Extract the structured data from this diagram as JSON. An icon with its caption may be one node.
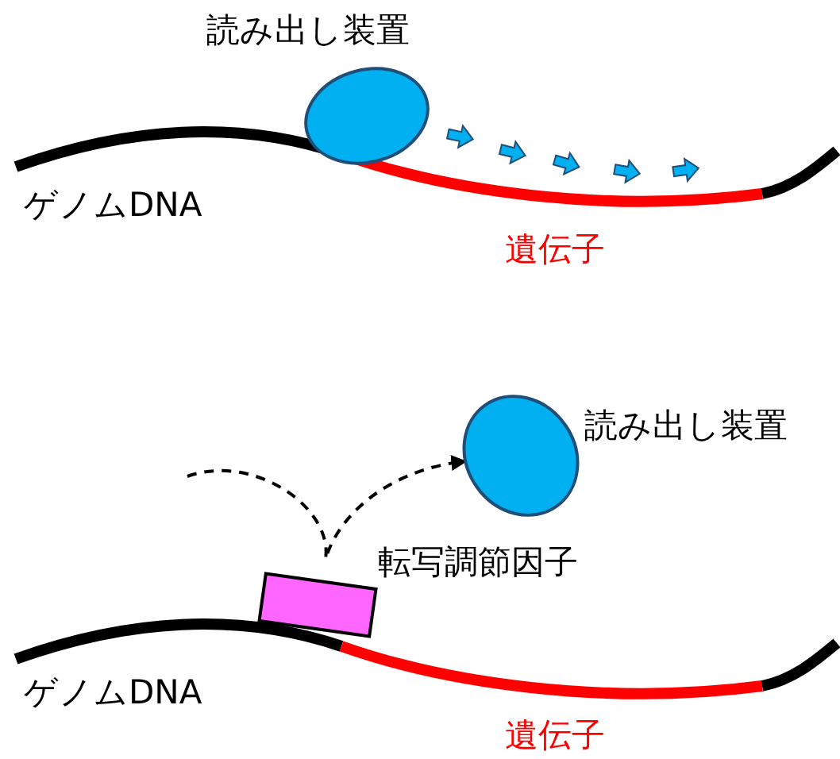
{
  "diagram": {
    "nodes": [
      {
        "text": [
          "読み出し装置"
        ]
      },
      {
        "text": [
          "読み出し装置"
        ]
      },
      {
        "text": [
          "転写調節因子"
        ]
      }
    ],
    "edges": [
      {
        "from": null,
        "to": 1,
        "arrow": "to",
        "style": "dashed"
      }
    ],
    "labels": [
      "ゲノムDNA",
      "遺伝子",
      "ゲノムDNA",
      "遺伝子"
    ]
  }
}
